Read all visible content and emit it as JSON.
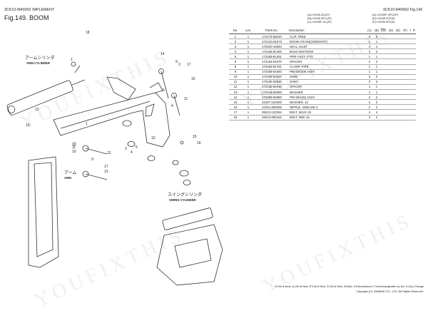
{
  "header": {
    "code": "3CK10-M40002 IMPLEMENT",
    "figure": "Fig.149. BOOM",
    "right": "3CK10-M40002   Fig.149"
  },
  "serial_sets": {
    "left": [
      "(A)=VIO35-3C(JP)",
      "(B)=VIO35-3PC(JP)",
      "(C)=VIO35F-3C(JP)"
    ],
    "right": [
      "(D)=VIO35F-3PC(JP)",
      "(E)=VIO35-3CE(K)",
      "(F)=VIO35-3PC(K)"
    ]
  },
  "table": {
    "headers": {
      "no": "No.",
      "lev": "Lev.",
      "parts_no": "Parts No.",
      "description": "Description",
      "qty": "Q'ty",
      "ir": "I",
      "r": "R"
    },
    "qty_cols": [
      "(A)",
      "(B)",
      "(C)",
      "(D)",
      "(E)",
      "(F)"
    ],
    "rows": [
      {
        "no": "1",
        "lev": "1",
        "pn": "172176-68210",
        "desc": "CLIP, TREE",
        "a": "5",
        "b": "5"
      },
      {
        "no": "2",
        "lev": "1",
        "pn": "172A26-81070",
        "desc": "BOOM CRANE(GREEN'97)",
        "a": "1",
        "b": "1"
      },
      {
        "no": "3",
        "lev": "1",
        "pn": "172020-10820",
        "desc": "SEAL, DUST",
        "a": "4",
        "b": "4"
      },
      {
        "no": "4",
        "lev": "1",
        "pn": "172458-81400",
        "desc": "BUSH 60X75X50",
        "a": "2",
        "b": "2"
      },
      {
        "no": "5",
        "lev": "1",
        "pn": "172459-81451",
        "desc": "PIPE ASSY, PTO",
        "a": "1",
        "b": "1"
      },
      {
        "no": "6",
        "lev": "1",
        "pn": "172164-81670",
        "desc": "SPACER",
        "a": "2",
        "b": "2"
      },
      {
        "no": "8",
        "lev": "1",
        "pn": "172459-81751",
        "desc": "CLAMP, PIPE",
        "a": "1",
        "b": "1"
      },
      {
        "no": "9",
        "lev": "1",
        "pn": "172458-81840",
        "desc": "PIN 50X209 ASSY",
        "a": "1",
        "b": "1"
      },
      {
        "no": "10",
        "lev": "1",
        "pn": "172185-82520",
        "desc": "SHIM",
        "a": "3",
        "b": "3"
      },
      {
        "no": "11",
        "lev": "1",
        "pn": "172165-82530",
        "desc": "SHIM",
        "a": "3",
        "b": "3"
      },
      {
        "no": "12",
        "lev": "1",
        "pn": "172146-82910",
        "desc": "SPACER",
        "a": "1",
        "b": "1"
      },
      {
        "no": "13",
        "lev": "1",
        "pn": "172444-82990",
        "desc": "WASHER",
        "a": "1",
        "b": "1"
      },
      {
        "no": "14",
        "lev": "1",
        "pn": "172458-83660",
        "desc": "PIN 50X153 ASSY",
        "a": "2",
        "b": "2"
      },
      {
        "no": "15",
        "lev": "1",
        "pn": "22157-120000",
        "desc": "WASHER, 12",
        "a": "2",
        "b": "2"
      },
      {
        "no": "16",
        "lev": "1",
        "pn": "24761-050000",
        "desc": "NIPPLE, GREASE C",
        "a": "2",
        "b": "2"
      },
      {
        "no": "17",
        "lev": "1",
        "pn": "26013-120252",
        "desc": "BOLT, M12X 25",
        "a": "4",
        "b": "4"
      },
      {
        "no": "18",
        "lev": "1",
        "pn": "26014-080162",
        "desc": "BOLT, M8X 16",
        "a": "2",
        "b": "2"
      }
    ]
  },
  "diagram": {
    "labels": {
      "arm_cyl_jp": "アームシリンダ",
      "arm_cyl_en": "ARM CYLINDER",
      "arm_jp": "アーム",
      "arm_en": "ARM",
      "swing_cyl_jp": "スイングシリンダ",
      "swing_cyl_en": "SWING CYLINDER"
    },
    "callouts": [
      "18",
      "1",
      "12",
      "10",
      "14",
      "9",
      "3",
      "17",
      "15",
      "6",
      "11",
      "4",
      "10",
      "15",
      "1",
      "16",
      "9",
      "10",
      "12",
      "11",
      "13",
      "3",
      "4",
      "17",
      "5"
    ]
  },
  "footer": {
    "legend": "N:Old ● New, Q:Old ● New, R:Old ● New, S:Old ● New, W:Add, Z:Discontinued, F:Interchangeable by set, K:Q'ty Change",
    "copyright": "Copyright (C) YANMAR CO., LTD. All Rights Reserved."
  },
  "watermark": "YOUFIXTHIS"
}
